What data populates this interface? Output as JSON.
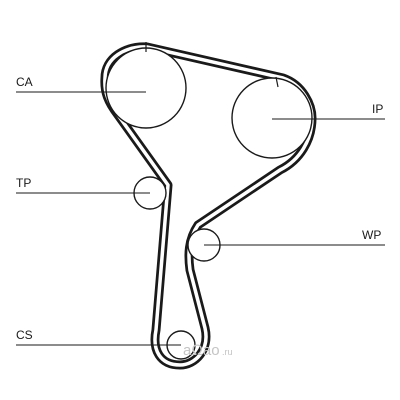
{
  "diagram": {
    "labels": {
      "ca": "CA",
      "ip": "IP",
      "tp": "TP",
      "wp": "WP",
      "cs": "CS"
    },
    "watermark": {
      "brand": "aΩao",
      "domain": ".ru"
    },
    "colors": {
      "line": "#1a1a1a",
      "background": "#ffffff",
      "watermark": "#c4c4c4"
    }
  }
}
